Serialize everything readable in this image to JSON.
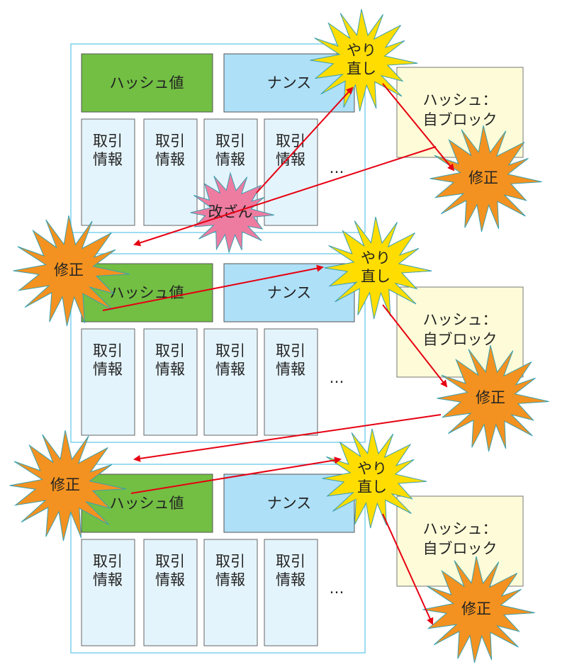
{
  "block": {
    "hash_label": "ハッシュ値",
    "nonce_label": "ナンス",
    "tx_line1": "取引",
    "tx_line2": "情報",
    "ellipsis": "…"
  },
  "side_note": {
    "line1": "ハッシュ：",
    "line2": "自ブロック"
  },
  "bursts": {
    "redo_line1": "やり",
    "redo_line2": "直し",
    "fix": "修正",
    "tamper": "改ざん"
  },
  "colors": {
    "hash": "#72bf44",
    "nonce": "#aee0f7",
    "tx": "#e4f4fc",
    "note": "#fefcd8",
    "redo": "#ffdd00",
    "fix": "#f39220",
    "tamper": "#ee7ba0",
    "arrow": "#e60012",
    "frame": "#7fd0ee"
  }
}
